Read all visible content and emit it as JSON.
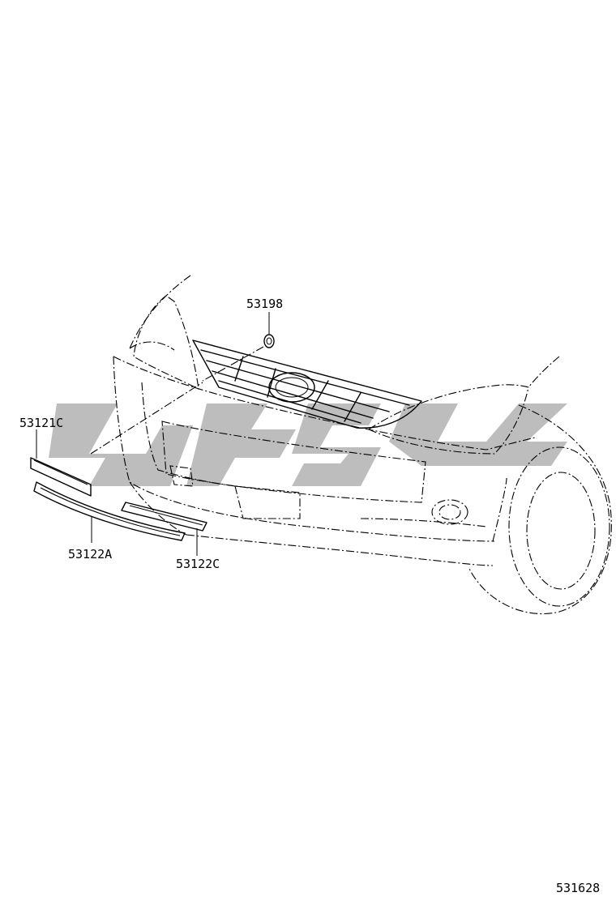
{
  "labels": {
    "clip": "53198",
    "upper_molding": "53121C",
    "center_molding": "53122A",
    "side_molding": "53122C",
    "diagram_number": "531628"
  },
  "colors": {
    "line": "#000000",
    "watermark": "#bdbdbd",
    "background": "#ffffff"
  }
}
